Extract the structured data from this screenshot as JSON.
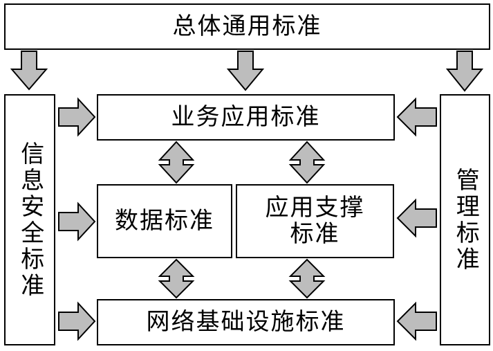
{
  "boxes": {
    "general": "总体通用标准",
    "business": "业务应用标准",
    "data": "数据标准",
    "support": "应用支撑\n标准",
    "network": "网络基础设施标准",
    "security": "信息安全标准",
    "management": "管理标准"
  },
  "colors": {
    "arrow_fill": "#bdbdbd",
    "stroke": "#000000"
  }
}
